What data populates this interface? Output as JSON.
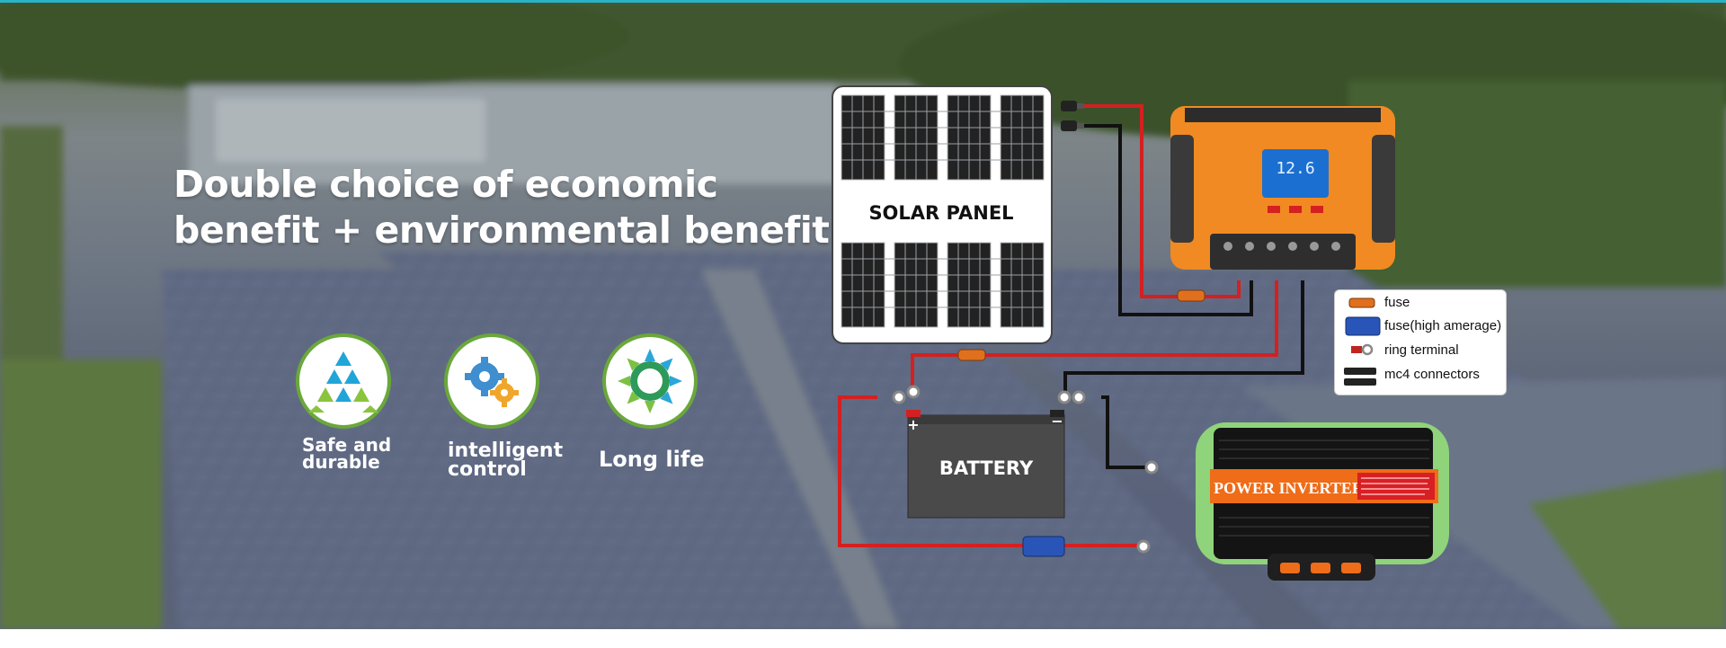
{
  "headline": {
    "line1": "Double choice of economic",
    "line2": "benefit + environmental benefit"
  },
  "features": [
    {
      "icon": "pyramid-icon",
      "label_line1": "Safe and",
      "label_line2": "durable"
    },
    {
      "icon": "gears-icon",
      "label_line1": "intelligent",
      "label_line2": "control"
    },
    {
      "icon": "sun-ring-icon",
      "label_line1": "Long life",
      "label_line2": ""
    }
  ],
  "diagram": {
    "solar_panel_label": "SOLAR PANEL",
    "battery_label": "BATTERY",
    "battery_plus": "+",
    "battery_minus": "−",
    "inverter_label": "POWER INVERTER",
    "controller_display": "12.6"
  },
  "legend": {
    "items": [
      {
        "icon": "fuse-icon",
        "label": "fuse"
      },
      {
        "icon": "high-amp-fuse-icon",
        "label": "fuse(high amerage)"
      },
      {
        "icon": "ring-terminal-icon",
        "label": "ring terminal"
      },
      {
        "icon": "mc4-connector-icon",
        "label": "mc4 connectors"
      }
    ]
  },
  "colors": {
    "accent_green": "#6aa83a",
    "wire_red": "#d42020",
    "wire_black": "#111111",
    "controller_orange": "#f18a22",
    "inverter_green": "#8fd37a"
  }
}
